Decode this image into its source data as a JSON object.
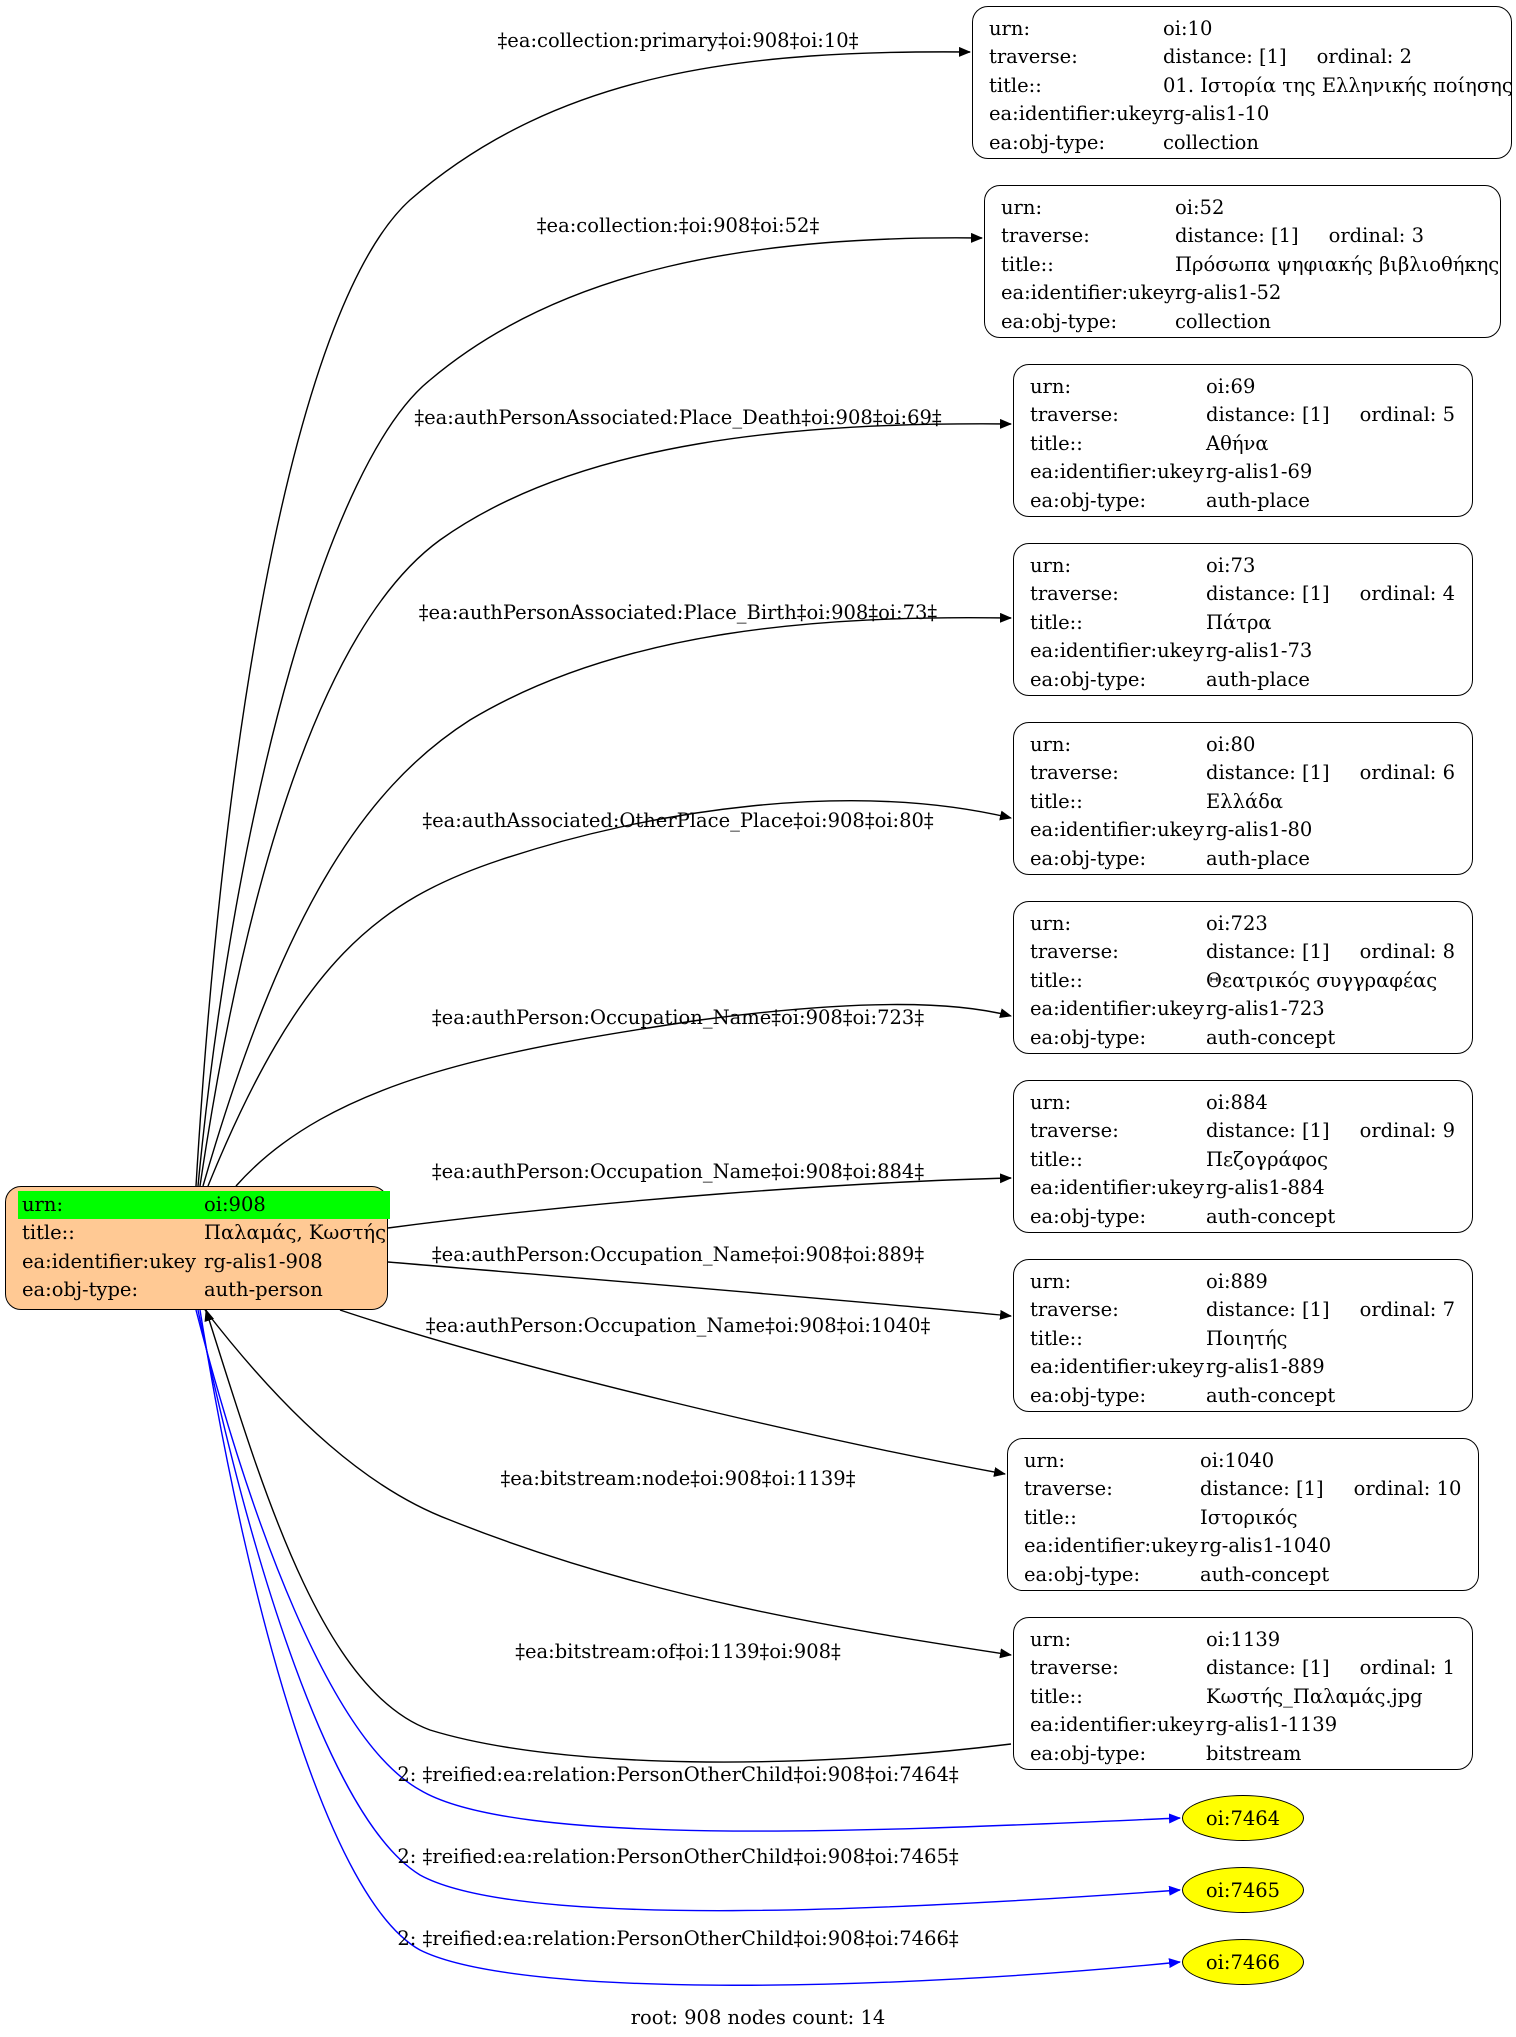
{
  "root": {
    "fields": [
      {
        "key": "urn:",
        "value": "oi:908"
      },
      {
        "key": "title::",
        "value": "Παλαμάς, Κωστής"
      },
      {
        "key": "ea:identifier:ukey",
        "value": "rg-alis1-908"
      },
      {
        "key": "ea:obj-type:",
        "value": "auth-person"
      }
    ],
    "fill": "#ffc994",
    "highlight": "#00ff00"
  },
  "keys": {
    "urn": "urn:",
    "traverse": "traverse:",
    "title": "title::",
    "ukey": "ea:identifier:ukey",
    "objtype": "ea:obj-type:"
  },
  "nodes": [
    {
      "urn": "oi:10",
      "distance": "distance: [1]",
      "ordinal": "ordinal: 2",
      "title": "01. Ιστορία της Ελληνικής ποίησης",
      "ukey": "rg-alis1-10",
      "objtype": "collection"
    },
    {
      "urn": "oi:52",
      "distance": "distance: [1]",
      "ordinal": "ordinal: 3",
      "title": "Πρόσωπα ψηφιακής βιβλιοθήκης",
      "ukey": "rg-alis1-52",
      "objtype": "collection"
    },
    {
      "urn": "oi:69",
      "distance": "distance: [1]",
      "ordinal": "ordinal: 5",
      "title": "Αθήνα",
      "ukey": "rg-alis1-69",
      "objtype": "auth-place"
    },
    {
      "urn": "oi:73",
      "distance": "distance: [1]",
      "ordinal": "ordinal: 4",
      "title": "Πάτρα",
      "ukey": "rg-alis1-73",
      "objtype": "auth-place"
    },
    {
      "urn": "oi:80",
      "distance": "distance: [1]",
      "ordinal": "ordinal: 6",
      "title": "Ελλάδα",
      "ukey": "rg-alis1-80",
      "objtype": "auth-place"
    },
    {
      "urn": "oi:723",
      "distance": "distance: [1]",
      "ordinal": "ordinal: 8",
      "title": "Θεατρικός συγγραφέας",
      "ukey": "rg-alis1-723",
      "objtype": "auth-concept"
    },
    {
      "urn": "oi:884",
      "distance": "distance: [1]",
      "ordinal": "ordinal: 9",
      "title": "Πεζογράφος",
      "ukey": "rg-alis1-884",
      "objtype": "auth-concept"
    },
    {
      "urn": "oi:889",
      "distance": "distance: [1]",
      "ordinal": "ordinal: 7",
      "title": "Ποιητής",
      "ukey": "rg-alis1-889",
      "objtype": "auth-concept"
    },
    {
      "urn": "oi:1040",
      "distance": "distance: [1]",
      "ordinal": "ordinal: 10",
      "title": "Ιστορικός",
      "ukey": "rg-alis1-1040",
      "objtype": "auth-concept"
    },
    {
      "urn": "oi:1139",
      "distance": "distance: [1]",
      "ordinal": "ordinal: 1",
      "title": "Κωστής_Παλαμάς.jpg",
      "ukey": "rg-alis1-1139",
      "objtype": "bitstream"
    }
  ],
  "ellipses": [
    {
      "label": "oi:7464"
    },
    {
      "label": "oi:7465"
    },
    {
      "label": "oi:7466"
    }
  ],
  "edges": [
    {
      "label": "‡ea:collection:primary‡oi:908‡oi:10‡"
    },
    {
      "label": "‡ea:collection:‡oi:908‡oi:52‡"
    },
    {
      "label": "‡ea:authPersonAssociated:Place_Death‡oi:908‡oi:69‡"
    },
    {
      "label": "‡ea:authPersonAssociated:Place_Birth‡oi:908‡oi:73‡"
    },
    {
      "label": "‡ea:authAssociated:OtherPlace_Place‡oi:908‡oi:80‡"
    },
    {
      "label": "‡ea:authPerson:Occupation_Name‡oi:908‡oi:723‡"
    },
    {
      "label": "‡ea:authPerson:Occupation_Name‡oi:908‡oi:884‡"
    },
    {
      "label": "‡ea:authPerson:Occupation_Name‡oi:908‡oi:889‡"
    },
    {
      "label": "‡ea:authPerson:Occupation_Name‡oi:908‡oi:1040‡"
    },
    {
      "label": "‡ea:bitstream:node‡oi:908‡oi:1139‡"
    },
    {
      "label": "‡ea:bitstream:of‡oi:1139‡oi:908‡"
    },
    {
      "label": "2: ‡reified:ea:relation:PersonOtherChild‡oi:908‡oi:7464‡"
    },
    {
      "label": "2: ‡reified:ea:relation:PersonOtherChild‡oi:908‡oi:7465‡"
    },
    {
      "label": "2: ‡reified:ea:relation:PersonOtherChild‡oi:908‡oi:7466‡"
    }
  ],
  "colors": {
    "edge": "#000000",
    "reified_edge": "#0000ff",
    "ellipse_fill": "#ffff00"
  },
  "footer": "root: 908 nodes count: 14"
}
